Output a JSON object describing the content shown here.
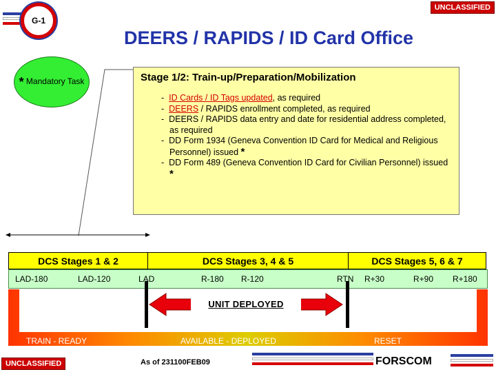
{
  "header": {
    "classification": "UNCLASSIFIED",
    "badge": "G-1",
    "title": "DEERS / RAPIDS / ID Card Office"
  },
  "mandatory": {
    "star": "*",
    "label": "Mandatory Task"
  },
  "stage": {
    "title": "Stage 1/2:  Train-up/Preparation/Mobilization",
    "items": [
      {
        "link": "ID Cards / ID Tags updated",
        "text": ", as required"
      },
      {
        "link": "DEERS",
        "text": " / RAPIDS enrollment completed, as required"
      },
      {
        "text": "DEERS / RAPIDS data entry and date for residential address completed, as required"
      },
      {
        "text": "DD Form 1934 (Geneva Convention ID Card for Medical and Religious Personnel) issued ",
        "mark": "*"
      },
      {
        "text": "DD Form 489 (Geneva Convention ID Card for Civilian Personnel) issued ",
        "mark": "*"
      }
    ]
  },
  "dcs": [
    "DCS Stages 1 & 2",
    "DCS Stages 3, 4 & 5",
    "DCS Stages 5, 6 & 7"
  ],
  "timeline": [
    "LAD-180",
    "LAD-120",
    "LAD",
    "R-180",
    "R-120",
    "RTN",
    "R+30",
    "R+90",
    "R+180"
  ],
  "phases": [
    "TRAIN - READY",
    "AVAILABLE -   DEPLOYED",
    "RESET"
  ],
  "deployed": "UNIT DEPLOYED",
  "footer": {
    "classification": "UNCLASSIFIED",
    "as_of": "As of 231100FEB09",
    "org": "FORSCOM"
  },
  "colors": {
    "title": "#2233a8",
    "classification": "#cc0000",
    "stage_box": "#ffffa6",
    "dcs": "#ffff00",
    "timeline": "#c8ffc8",
    "mandatory": "#33ee33",
    "link": "#d40000"
  }
}
